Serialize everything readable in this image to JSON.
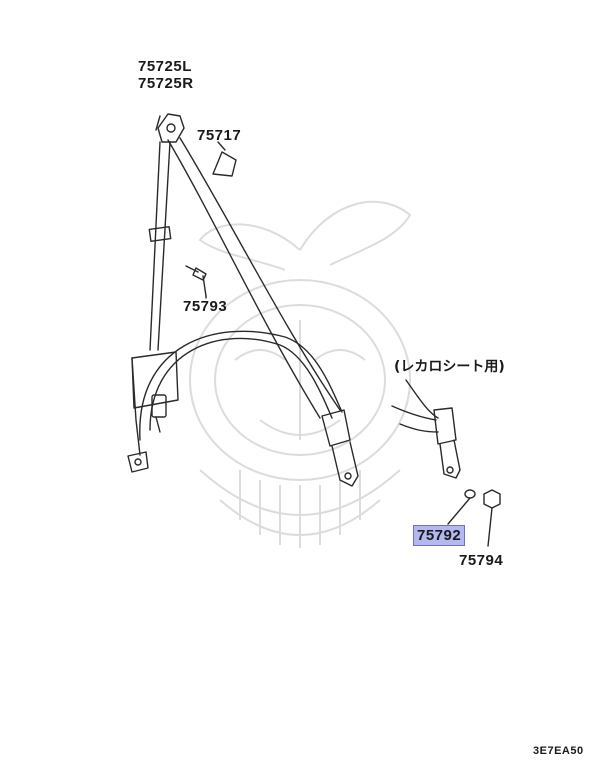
{
  "parts": {
    "p75725L": "75725L",
    "p75725R": "75725R",
    "p75717": "75717",
    "p75793": "75793",
    "p75792": "75792",
    "p75794": "75794"
  },
  "note": "(レカロシート用)",
  "diagram_code": "3E7EA50",
  "colors": {
    "line": "#2a2a2a",
    "highlight_bg": "#b4b7f0",
    "highlight_border": "#6d70c8",
    "watermark": "#d9d9d9"
  }
}
